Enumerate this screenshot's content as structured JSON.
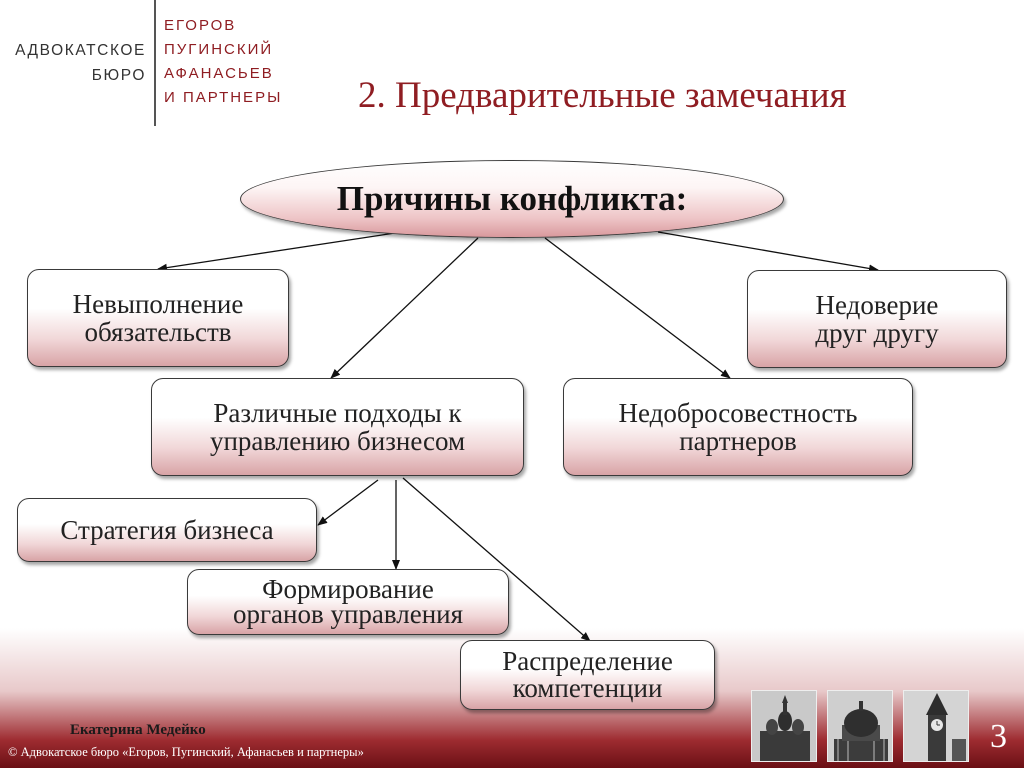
{
  "logo": {
    "left_lines": [
      "АДВОКАТСКОЕ",
      "БЮРО"
    ],
    "right_lines": [
      "ЕГОРОВ",
      "ПУГИНСКИЙ",
      "АФАНАСЬЕВ",
      "И ПАРТНЕРЫ"
    ]
  },
  "title": "2. Предварительные замечания",
  "diagram": {
    "root": "Причины конфликта:",
    "nonfulfillment": [
      "Невыполнение",
      "обязательств"
    ],
    "distrust": [
      "Недоверие",
      "друг другу"
    ],
    "approaches": [
      "Различные подходы к",
      "управлению бизнесом"
    ],
    "bad_faith": [
      "Недобросовестность",
      "партнеров"
    ],
    "strategy": [
      "Стратегия бизнеса"
    ],
    "governance": [
      "Формирование",
      "органов управления"
    ],
    "competence": [
      "Распределение",
      "компетенции"
    ]
  },
  "colors": {
    "accent": "#8f1d22",
    "footer_dark": "#6a0f14"
  },
  "footer": {
    "author": "Екатерина Медейко",
    "copyright": "© Адвокатское бюро «Егоров, Пугинский, Афанасьев и партнеры»",
    "page_number": "3",
    "thumbnails": [
      "cathedral-icon",
      "dome-icon",
      "clock-tower-icon"
    ]
  }
}
